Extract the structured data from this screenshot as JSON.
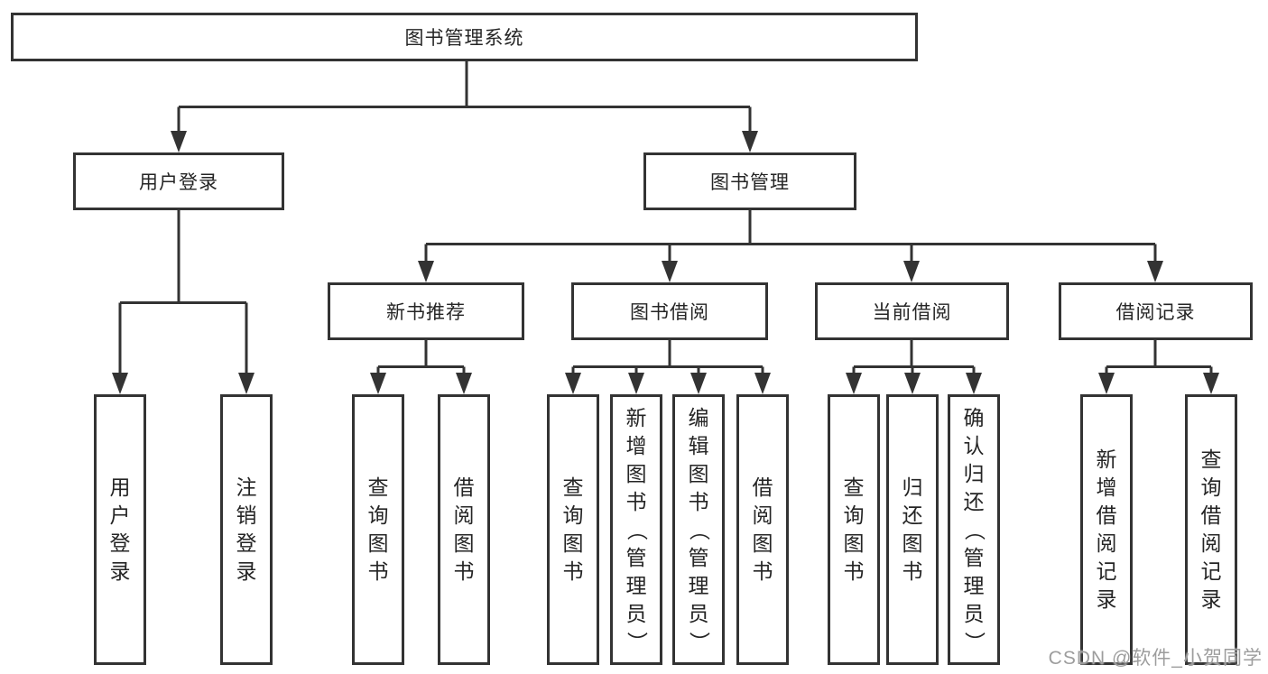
{
  "tree": {
    "label": "图书管理系统",
    "children": [
      {
        "label": "用户登录",
        "children": [
          {
            "label": "用户登录"
          },
          {
            "label": "注销登录"
          }
        ]
      },
      {
        "label": "图书管理",
        "children": [
          {
            "label": "新书推荐",
            "children": [
              {
                "label": "查询图书"
              },
              {
                "label": "借阅图书"
              }
            ]
          },
          {
            "label": "图书借阅",
            "children": [
              {
                "label": "查询图书"
              },
              {
                "label": "新增图书（管理员）"
              },
              {
                "label": "编辑图书（管理员）"
              },
              {
                "label": "借阅图书"
              }
            ]
          },
          {
            "label": "当前借阅",
            "children": [
              {
                "label": "查询图书"
              },
              {
                "label": "归还图书"
              },
              {
                "label": "确认归还（管理员）"
              }
            ]
          },
          {
            "label": "借阅记录",
            "children": [
              {
                "label": "新增借阅记录"
              },
              {
                "label": "查询借阅记录"
              }
            ]
          }
        ]
      }
    ]
  },
  "watermark": "CSDN @软件_小贺同学",
  "colors": {
    "line": "#333333",
    "border": "#333333",
    "text": "#252525",
    "bg": "#ffffff",
    "watermark": "#9d9d9d"
  }
}
